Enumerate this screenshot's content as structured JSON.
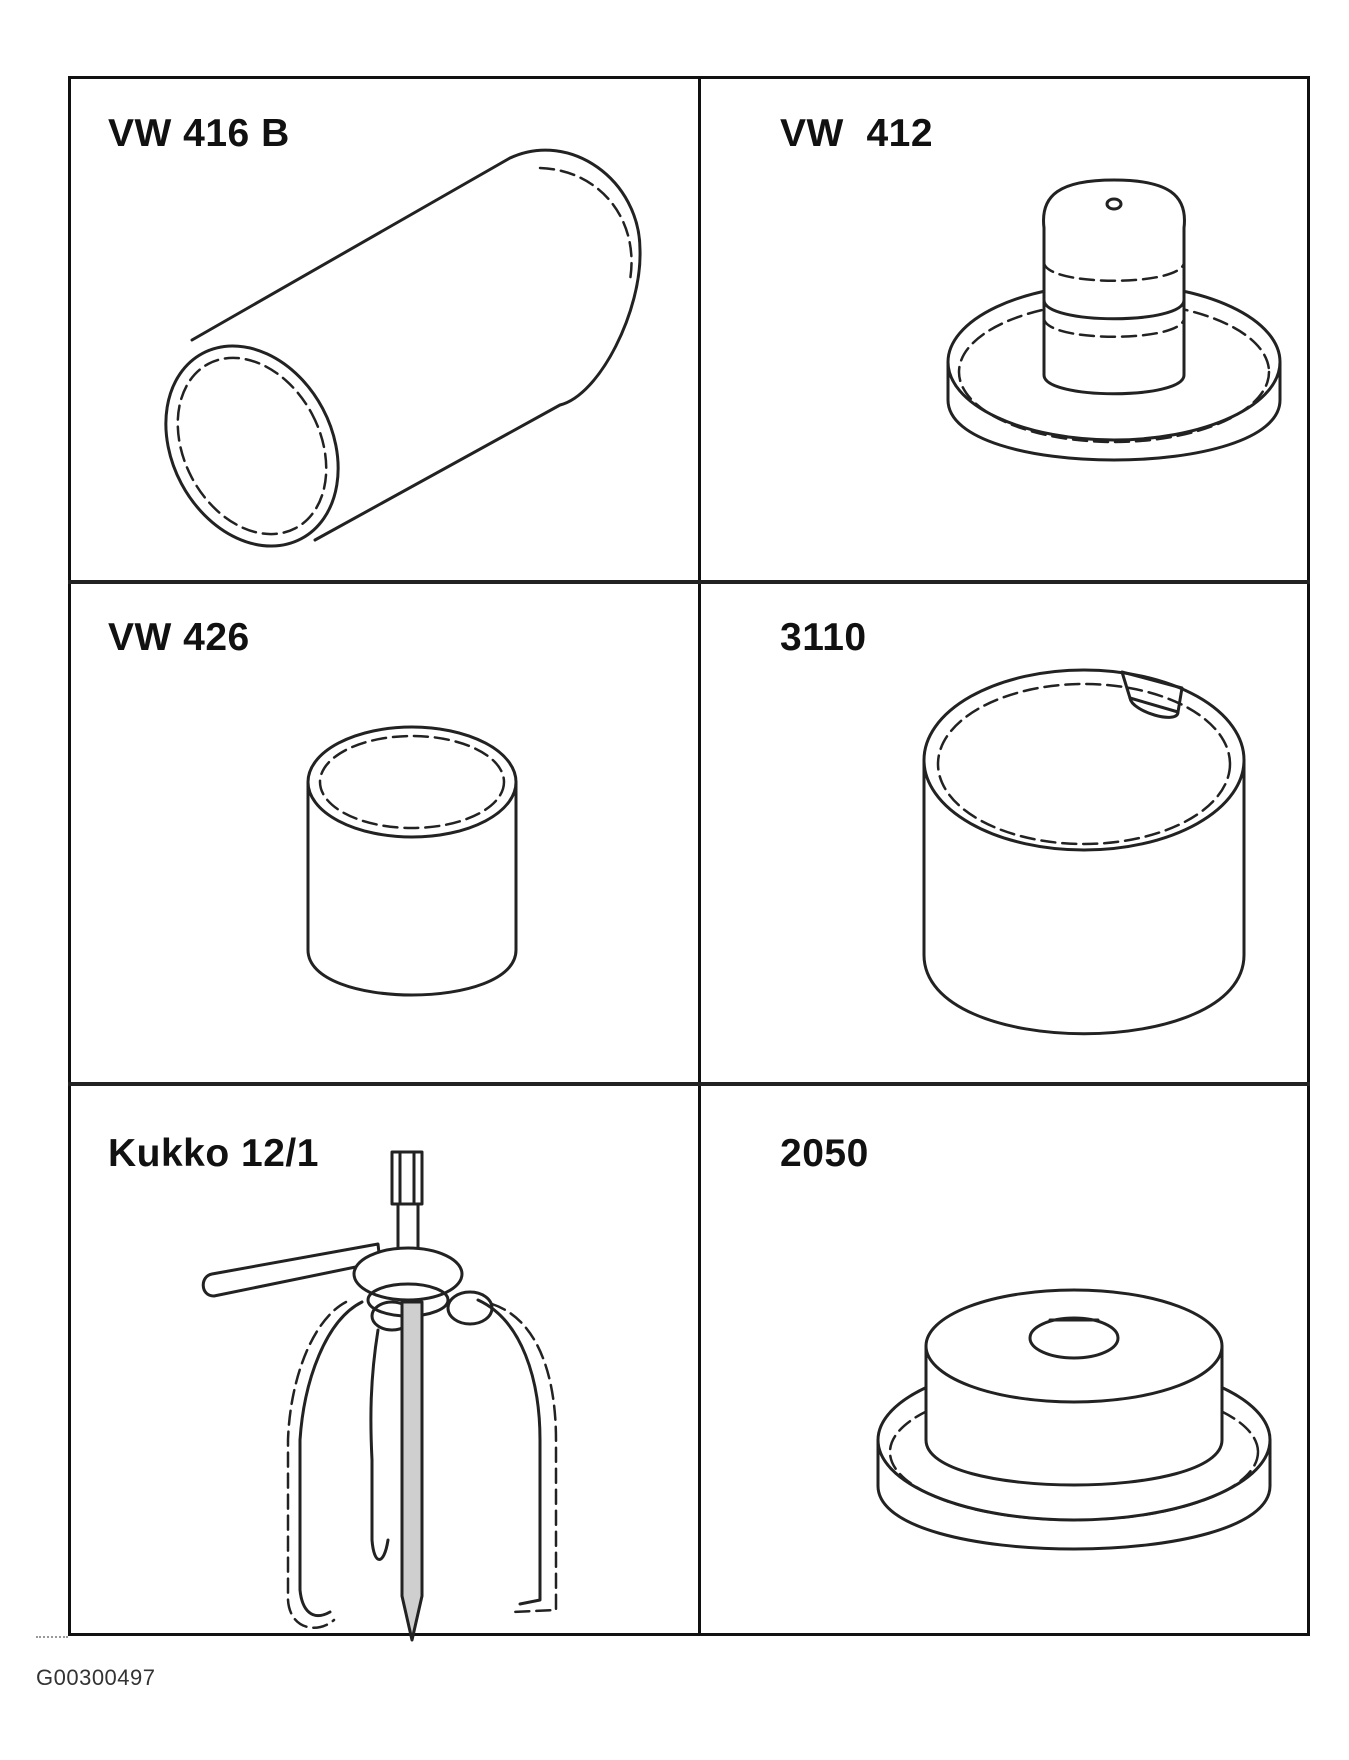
{
  "tools": [
    {
      "id": "vw-416-b",
      "label": "VW 416 B"
    },
    {
      "id": "vw-412",
      "label": "VW  412"
    },
    {
      "id": "vw-426",
      "label": "VW 426"
    },
    {
      "id": "3110",
      "label": "3110"
    },
    {
      "id": "kukko-12-1",
      "label": "Kukko 12/1"
    },
    {
      "id": "2050",
      "label": "2050"
    }
  ],
  "figure_id": "G00300497",
  "colors": {
    "line": "#222222",
    "background": "#ffffff"
  }
}
